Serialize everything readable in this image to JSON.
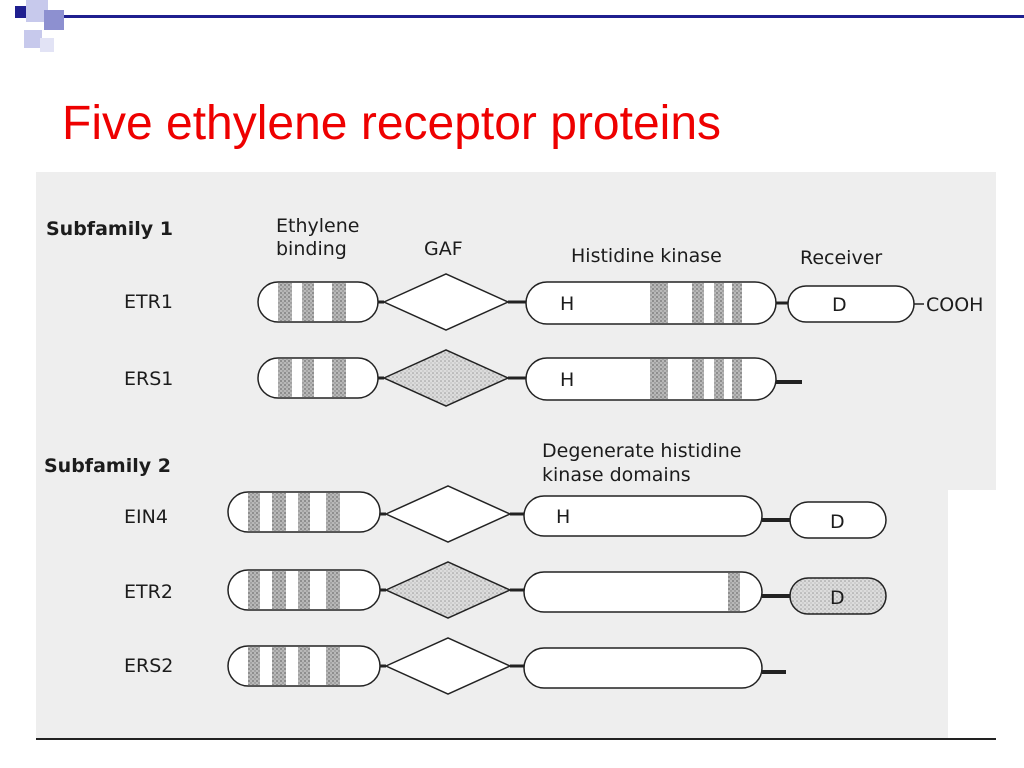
{
  "slide": {
    "title": "Five ethylene receptor proteins",
    "accent_color": "#ee0000",
    "corner_color": "#1f1f8f"
  },
  "figure": {
    "subfamilies": [
      {
        "label": "Subfamily 1",
        "header_labels": {
          "ethylene_1": "Ethylene",
          "ethylene_2": "binding",
          "gaf": "GAF",
          "kinase": "Histidine kinase",
          "receiver": "Receiver"
        },
        "proteins": [
          {
            "name": "ETR1",
            "kinase_mark": "H",
            "receiver_mark": "D",
            "terminus": "COOH"
          },
          {
            "name": "ERS1",
            "kinase_mark": "H"
          }
        ]
      },
      {
        "label": "Subfamily 2",
        "header_labels": {
          "kinase_1": "Degenerate histidine",
          "kinase_2": "kinase domains"
        },
        "proteins": [
          {
            "name": "EIN4",
            "kinase_mark": "H",
            "receiver_mark": "D"
          },
          {
            "name": "ETR2",
            "receiver_mark": "D"
          },
          {
            "name": "ERS2"
          }
        ]
      }
    ]
  }
}
